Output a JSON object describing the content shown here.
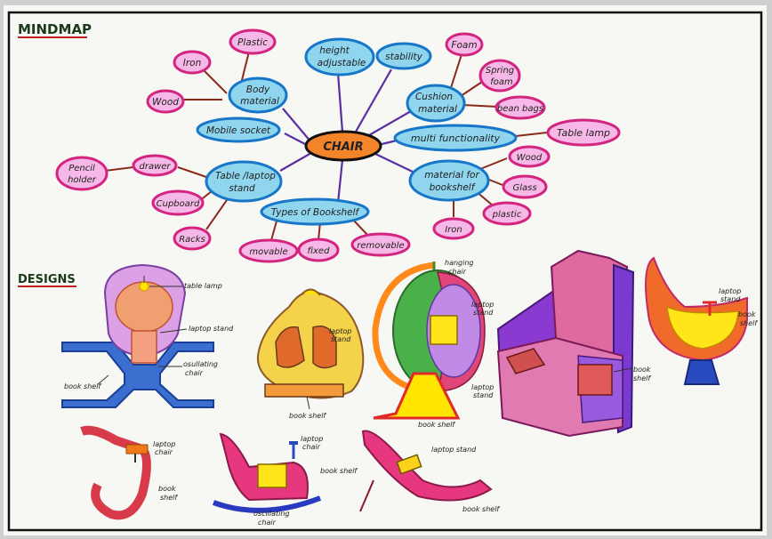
{
  "headings": {
    "mindmap": "MINDMAP",
    "designs": "DESIGNS"
  },
  "mindmap": {
    "center": "CHAIR",
    "nodes": {
      "body_material": [
        "Body",
        "material"
      ],
      "plastic": "Plastic",
      "iron_left": "Iron",
      "wood_left": "Wood",
      "height_adjustable": [
        "height",
        "adjustable"
      ],
      "stability": "stability",
      "mobile_socket": "Mobile socket",
      "cushion_material": [
        "Cushion",
        "material"
      ],
      "foam": "Foam",
      "spring_foam": [
        "Spring",
        "foam"
      ],
      "bean_bags": "bean bags",
      "multi_functionality": "multi functionality",
      "table_lamp_node": "Table lamp",
      "table_laptop_stand": [
        "Table /laptop",
        "stand"
      ],
      "pencil_holder": [
        "Pencil",
        "holder"
      ],
      "drawer": "drawer",
      "cupboard": "Cupboard",
      "racks": "Racks",
      "types_of_bookshelf": "Types of Bookshelf",
      "movable": "movable",
      "fixed": "fixed",
      "removable": "removable",
      "material_for_bookshelf": [
        "material for",
        "bookshelf"
      ],
      "wood_right": "Wood",
      "glass": "Glass",
      "plastic_right": "plastic",
      "iron_right": "Iron"
    }
  },
  "designs": {
    "d1": {
      "table_lamp": "table lamp",
      "laptop_stand": "laptop stand",
      "oscillating_chair": [
        "osullating",
        "chair"
      ],
      "book_shelf": "book shelf"
    },
    "d2": {
      "laptop_stand": [
        "laptop",
        "stand"
      ],
      "book_shelf": "book shelf"
    },
    "d3": {
      "hanging_chair": [
        "hanging",
        "chair"
      ],
      "laptop_stand": [
        "laptop",
        "stand"
      ],
      "book_shelf": "book shelf"
    },
    "d4": {
      "laptop_stand": [
        "laptop",
        "stand"
      ],
      "book_shelf": [
        "book",
        "shelf"
      ]
    },
    "d5": {
      "laptop_stand": [
        "laptop",
        "stand"
      ],
      "book_shelf": [
        "book",
        "shelf"
      ]
    },
    "d6": {
      "laptop_chair": [
        "laptop",
        "chair"
      ],
      "book_shelf": [
        "book",
        "shelf"
      ]
    },
    "d7": {
      "laptop_chair": [
        "laptop",
        "chair"
      ],
      "book_shelf": "book shelf",
      "oscillating_chair": [
        "oscillating",
        "chair"
      ]
    },
    "d8": {
      "laptop_stand": "laptop stand",
      "book_shelf": "book shelf"
    }
  }
}
